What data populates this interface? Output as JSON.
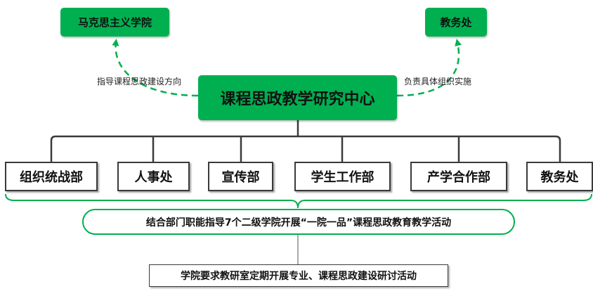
{
  "center": {
    "label": "课程思政教学研究中心"
  },
  "top_nodes": {
    "left": {
      "label": "马克思主义学院",
      "edge_label": "指导课程思政建设方向"
    },
    "right": {
      "label": "教务处",
      "edge_label": "负责具体组织实施"
    }
  },
  "departments": [
    {
      "label": "组织统战部"
    },
    {
      "label": "人事处"
    },
    {
      "label": "宣传部"
    },
    {
      "label": "学生工作部"
    },
    {
      "label": "产学合作部"
    },
    {
      "label": "教务处"
    }
  ],
  "summary": {
    "label": "结合部门职能指导7个二级学院开展“一院一品”课程思政教育教学活动"
  },
  "bottom": {
    "label": "学院要求教研室定期开展专业、课程思政建设研讨活动"
  },
  "colors": {
    "green": "#00b050",
    "line": "#3a3a3a"
  }
}
